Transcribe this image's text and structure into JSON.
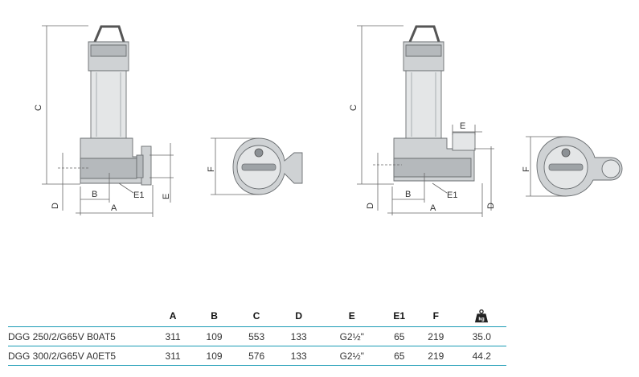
{
  "drawings": {
    "left_side_view": {
      "labels": {
        "A": "A",
        "B": "B",
        "C": "C",
        "D": "D",
        "E": "E",
        "E1": "E1"
      }
    },
    "left_top_view": {
      "labels": {
        "F": "F"
      }
    },
    "right_side_view": {
      "labels": {
        "A": "A",
        "B": "B",
        "C": "C",
        "D": "D",
        "E": "E",
        "E1": "E1"
      }
    },
    "right_top_view": {
      "labels": {
        "F": "F"
      }
    }
  },
  "table": {
    "headers": [
      "",
      "A",
      "B",
      "C",
      "D",
      "E",
      "E1",
      "F"
    ],
    "weight_icon": "weight-kg-icon",
    "weight_icon_text": "kg",
    "rows": [
      {
        "model": "DGG 250/2/G65V B0AT5",
        "A": "311",
        "B": "109",
        "C": "553",
        "D": "133",
        "E": "G2½\"",
        "E1": "65",
        "F": "219",
        "weight": "35.0"
      },
      {
        "model": "DGG 300/2/G65V A0ET5",
        "A": "311",
        "B": "109",
        "C": "576",
        "D": "133",
        "E": "G2½\"",
        "E1": "65",
        "F": "219",
        "weight": "44.2"
      }
    ],
    "accent_color": "#1a9bb5"
  }
}
